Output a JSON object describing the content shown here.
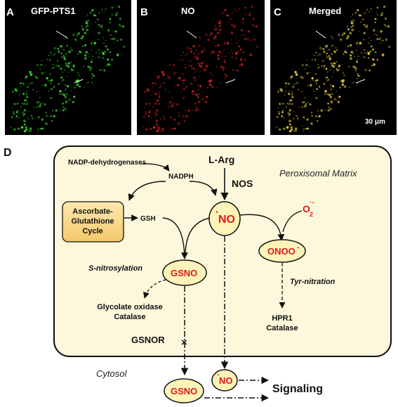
{
  "panels": [
    {
      "letter": "A",
      "title": "GFP-PTS1",
      "dot_color": "#39d12f"
    },
    {
      "letter": "B",
      "title": "NO",
      "dot_color": "#c21e1e"
    },
    {
      "letter": "C",
      "title": "Merged",
      "dot_color": "#d9c53a"
    }
  ],
  "scale_bar_label": "30 μm",
  "diagram": {
    "letter": "D",
    "compartment_label": "Peroxisomal Matrix",
    "cytosol_label": "Cytosol",
    "nadp_dehydrogenases": "NADP-dehydrogenases",
    "nadph": "NADPH",
    "l_arg": "L-Arg",
    "nos": "NOS",
    "ascorbate_line1": "Ascorbate-",
    "ascorbate_line2": "Glutathione",
    "ascorbate_line3": "Cycle",
    "gsh": "GSH",
    "no_radical_dot": "·",
    "no_radical": "NO",
    "superoxide": "O",
    "superoxide_sub": "2",
    "superoxide_sup": "·-",
    "peroxynitrite": "ONOO",
    "peroxynitrite_sup": "-",
    "s_nitrosylation": "S-nitrosylation",
    "gsno": "GSNO",
    "tyr_nitration": "Tyr-nitration",
    "glycolate_line1": "Glycolate oxidase",
    "glycolate_line2": "Catalase",
    "hpr1_line1": "HPR1",
    "hpr1_line2": "Catalase",
    "gsnor": "GSNOR",
    "block_mark": "×",
    "gsno_cytosol": "GSNO",
    "no_cytosol_dot": "·",
    "no_cytosol": "NO",
    "signaling": "Signaling"
  },
  "colors": {
    "matrix_fill": "#fdf8dc",
    "ellipse_fill": "#fdf3b8",
    "ascorbate_fill": "#f9d98a",
    "red_text": "#e0191c"
  }
}
